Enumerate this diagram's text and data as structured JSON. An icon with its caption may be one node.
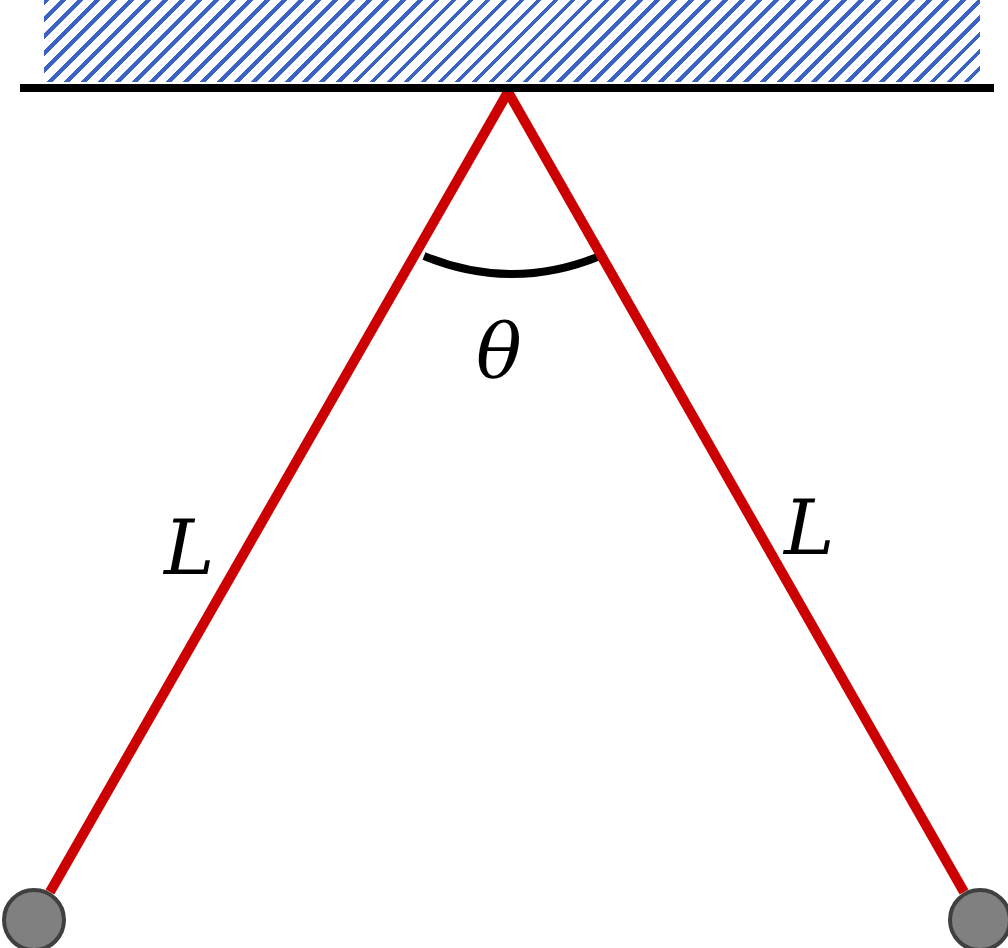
{
  "diagram": {
    "nodes": [
      {
        "text": [],
        "shape": "bar"
      },
      {
        "text": [],
        "shape": "circle"
      },
      {
        "text": [],
        "shape": "circle"
      }
    ],
    "edges": [
      {
        "from": 0,
        "to": 1,
        "arrow": "none",
        "label": "L"
      },
      {
        "from": 0,
        "to": 2,
        "arrow": "none",
        "label": "L"
      }
    ],
    "labels": [
      "θ"
    ]
  }
}
